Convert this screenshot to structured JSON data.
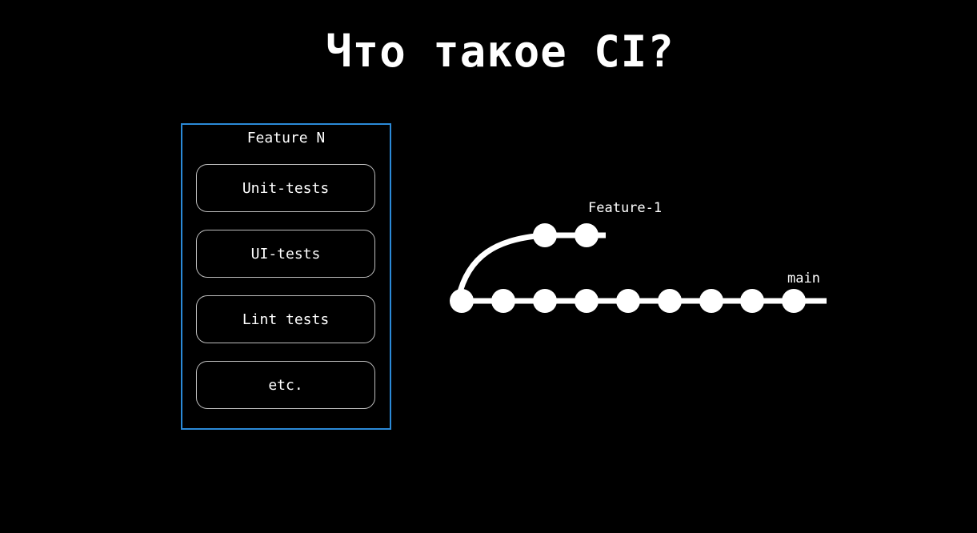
{
  "title": "Что такое CI?",
  "feature_box": {
    "title": "Feature N",
    "border_color": "#2b8ad8",
    "checks": [
      {
        "label": "Unit-tests"
      },
      {
        "label": "UI-tests"
      },
      {
        "label": "Lint tests"
      },
      {
        "label": "etc."
      }
    ]
  },
  "git_graph": {
    "branches": [
      {
        "name": "main",
        "commits": 9
      },
      {
        "name": "Feature-1",
        "commits": 2,
        "branched_from_commit": 1
      }
    ],
    "labels": {
      "main": "main",
      "feature": "Feature-1"
    }
  }
}
